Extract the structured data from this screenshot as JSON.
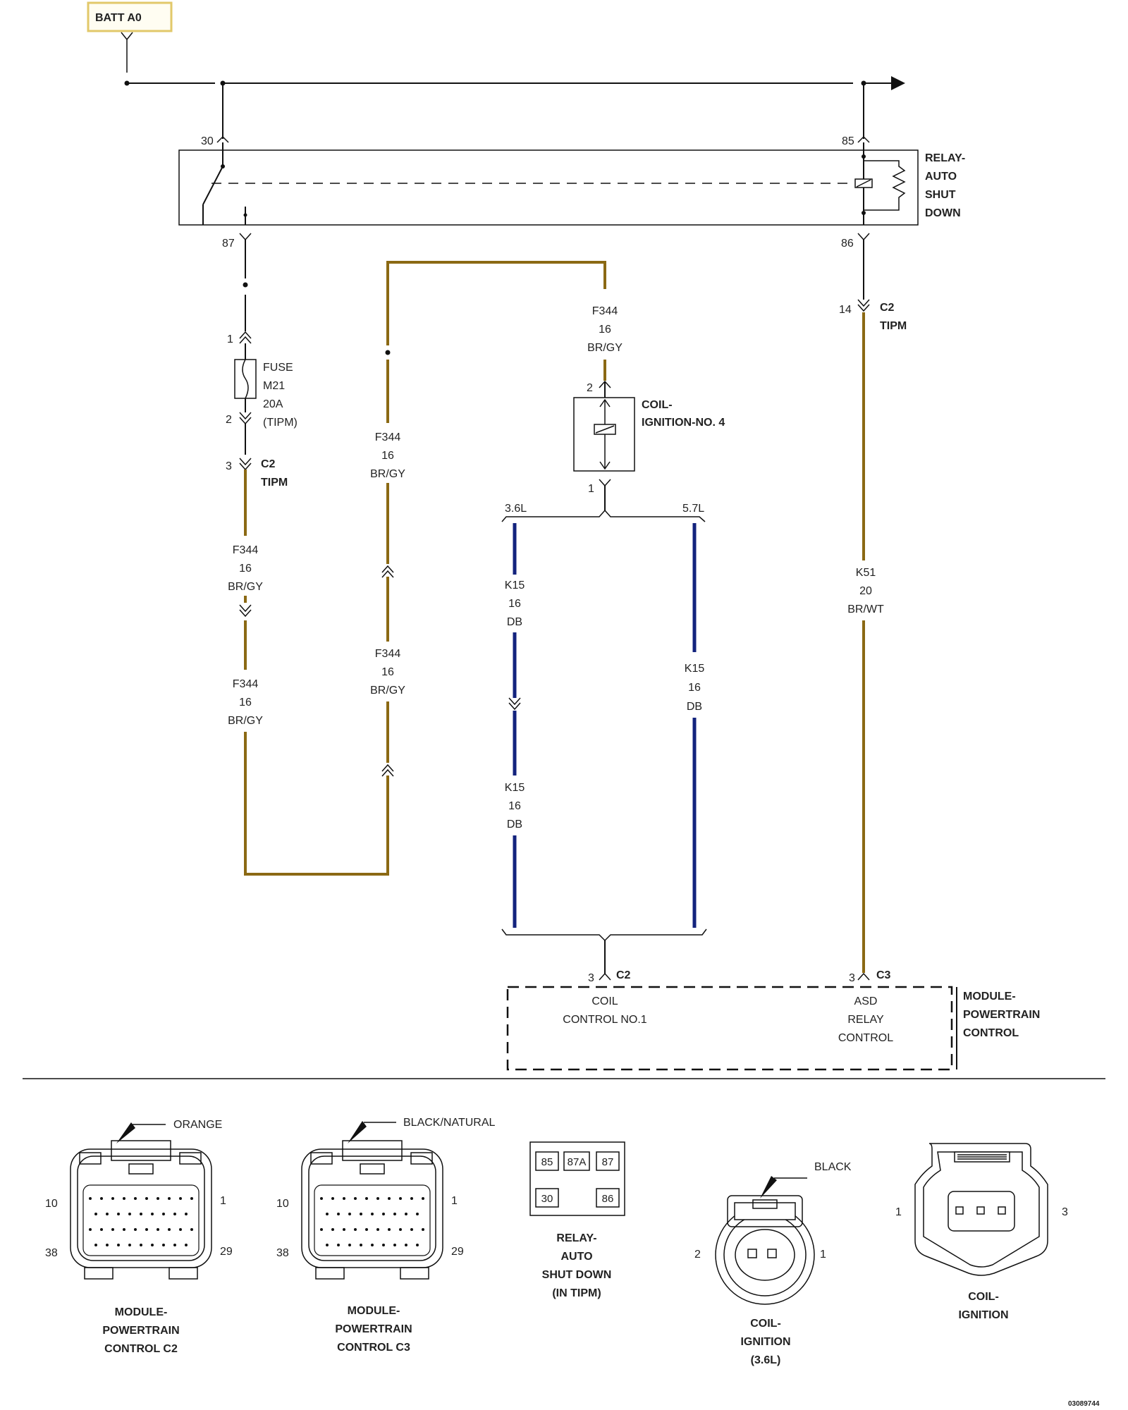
{
  "batt": {
    "label": "BATT A0"
  },
  "relay": {
    "name_lines": [
      "RELAY-",
      "AUTO",
      "SHUT",
      "DOWN"
    ],
    "pins": {
      "p30": "30",
      "p85": "85",
      "p87": "87",
      "p86": "86"
    }
  },
  "fuse": {
    "lines": [
      "FUSE",
      "M21",
      "20A",
      "(TIPM)"
    ],
    "pin_in": "1",
    "pin_out": "2"
  },
  "tipm_left": {
    "pin": "3",
    "conn": "C2",
    "name": "TIPM"
  },
  "tipm_right": {
    "pin": "14",
    "conn": "C2",
    "name": "TIPM"
  },
  "wires": {
    "f344_a": [
      "F344",
      "16",
      "BR/GY"
    ],
    "f344_b": [
      "F344",
      "16",
      "BR/GY"
    ],
    "f344_c": [
      "F344",
      "16",
      "BR/GY"
    ],
    "f344_d": [
      "F344",
      "16",
      "BR/GY"
    ],
    "f344_e": [
      "F344",
      "16",
      "BR/GY"
    ],
    "k15_a": [
      "K15",
      "16",
      "DB"
    ],
    "k15_b": [
      "K15",
      "16",
      "DB"
    ],
    "k15_c": [
      "K15",
      "16",
      "DB"
    ],
    "k51": [
      "K51",
      "20",
      "BR/WT"
    ]
  },
  "coil4": {
    "lines": [
      "COIL-",
      "IGNITION-NO. 4"
    ],
    "pin_top": "2",
    "pin_bottom": "1"
  },
  "engine_options": {
    "left": "3.6L",
    "right": "5.7L"
  },
  "pcm": {
    "name_lines": [
      "MODULE-",
      "POWERTRAIN",
      "CONTROL"
    ],
    "left_pin": "3",
    "left_conn": "C2",
    "right_pin": "3",
    "right_conn": "C3",
    "coil_lines": [
      "COIL",
      "CONTROL NO.1"
    ],
    "asd_lines": [
      "ASD",
      "RELAY",
      "CONTROL"
    ]
  },
  "connectors": {
    "c2": {
      "color": "ORANGE",
      "pins": [
        "10",
        "1",
        "38",
        "29"
      ],
      "name_lines": [
        "MODULE-",
        "POWERTRAIN",
        "CONTROL C2"
      ]
    },
    "c3": {
      "color": "BLACK/NATURAL",
      "pins": [
        "10",
        "1",
        "38",
        "29"
      ],
      "name_lines": [
        "MODULE-",
        "POWERTRAIN",
        "CONTROL C3"
      ]
    },
    "relay": {
      "cells": [
        "85",
        "87A",
        "87",
        "30",
        "86"
      ],
      "name_lines": [
        "RELAY-",
        "AUTO",
        "SHUT DOWN",
        "(IN TIPM)"
      ]
    },
    "coil36": {
      "color": "BLACK",
      "pins": [
        "2",
        "1"
      ],
      "name_lines": [
        "COIL-",
        "IGNITION",
        "(3.6L)"
      ]
    },
    "coil": {
      "pins": [
        "1",
        "3"
      ],
      "name_lines": [
        "COIL-",
        "IGNITION"
      ]
    }
  },
  "figure_id": "03089744"
}
